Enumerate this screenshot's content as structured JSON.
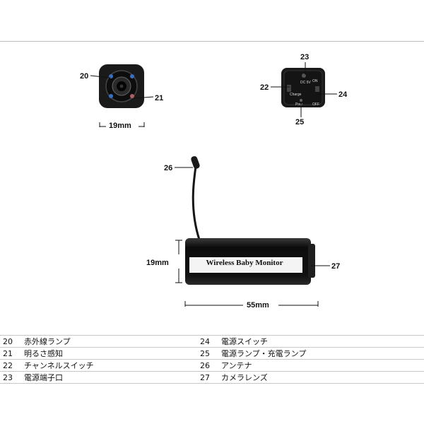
{
  "callouts": {
    "c20": "20",
    "c21": "21",
    "c22": "22",
    "c23": "23",
    "c24": "24",
    "c25": "25",
    "c26": "26",
    "c27": "27"
  },
  "dimensions": {
    "front_width": "19mm",
    "body_height": "19mm",
    "body_length": "55mm"
  },
  "back_panel": {
    "dc": "DC 5V",
    "on": "ON",
    "charge": "Charge",
    "pow": "Pow",
    "off": "OFF"
  },
  "body_label": "Wireless Baby Monitor",
  "legend": [
    {
      "num": "20",
      "text": "赤外線ランプ",
      "num2": "24",
      "text2": "電源スイッチ"
    },
    {
      "num": "21",
      "text": "明るさ感知",
      "num2": "25",
      "text2": "電源ランプ・充電ランプ"
    },
    {
      "num": "22",
      "text": "チャンネルスイッチ",
      "num2": "26",
      "text2": "アンテナ"
    },
    {
      "num": "23",
      "text": "電源端子口",
      "num2": "27",
      "text2": "カメラレンズ"
    }
  ]
}
